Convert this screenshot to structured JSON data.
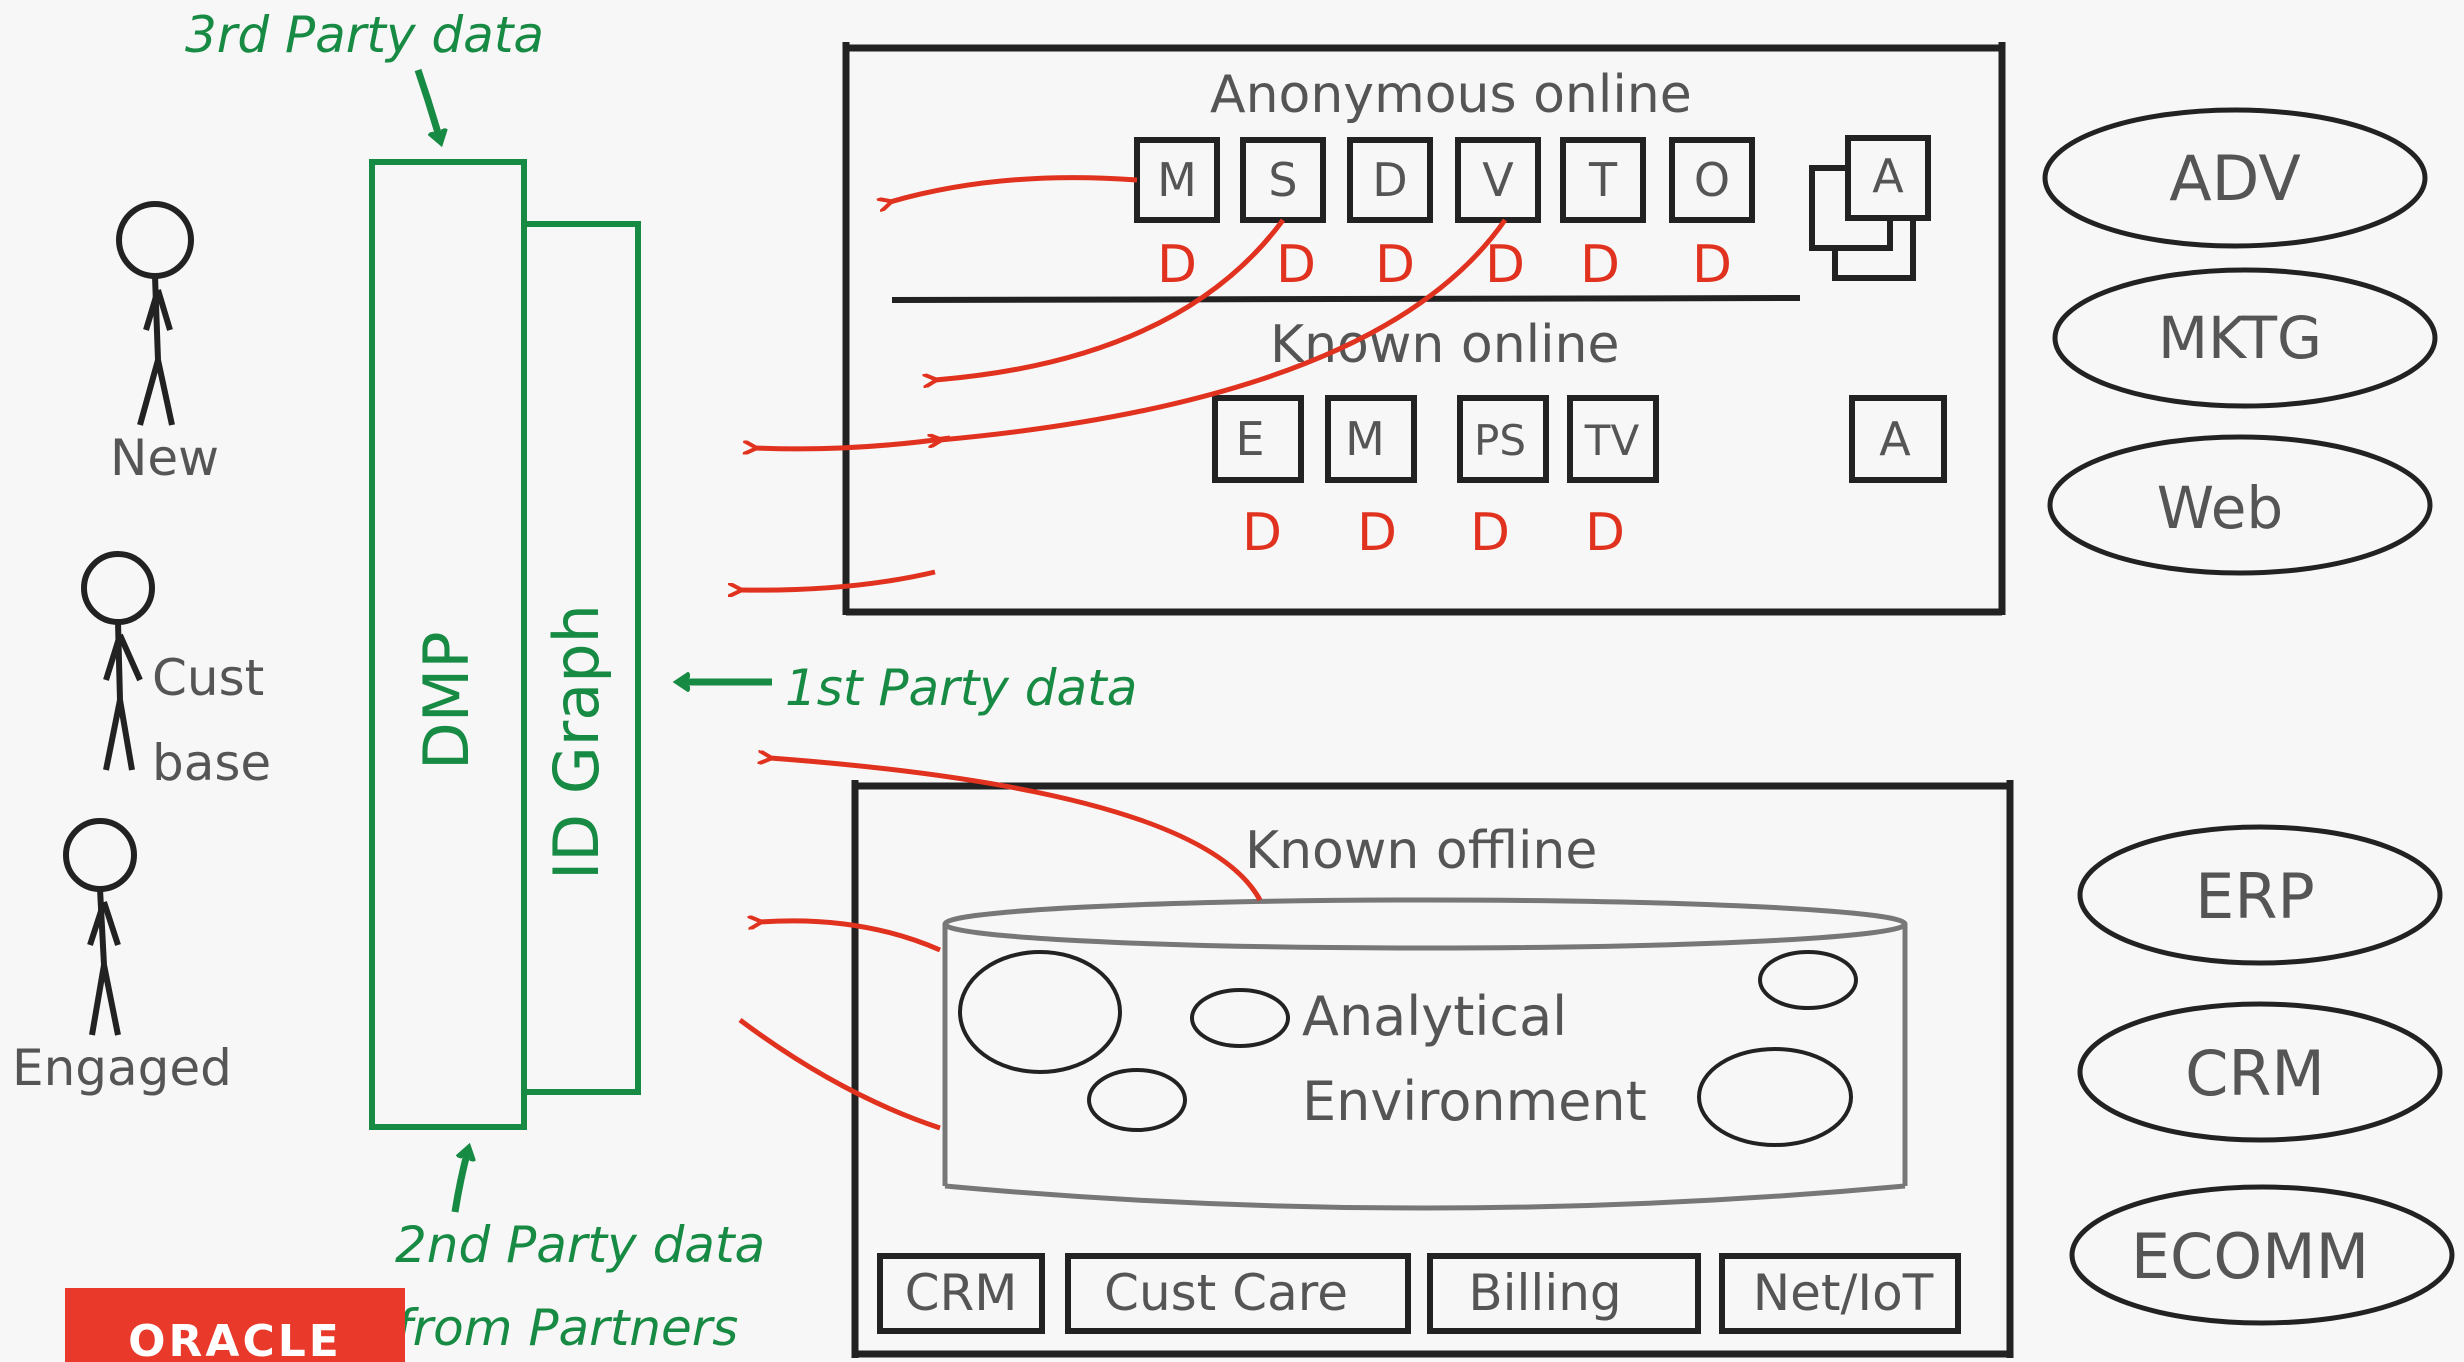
{
  "colors": {
    "green": "#178a43",
    "red": "#e0321e",
    "ink": "#222222",
    "gray_text": "#555555",
    "oracle_red": "#e8392b",
    "background": "#f7f7f7"
  },
  "labels": {
    "third_party": "3rd Party data",
    "second_party": "2nd Party data",
    "from_partners": "from Partners",
    "first_party": "1st Party data",
    "dmp": "DMP",
    "id_graph": "ID Graph"
  },
  "people": [
    {
      "label": "New"
    },
    {
      "label": "Cust"
    },
    {
      "label": "base"
    },
    {
      "label": "Engaged"
    }
  ],
  "online_panel": {
    "anonymous_title": "Anonymous online",
    "anonymous_channels": [
      "M",
      "S",
      "D",
      "V",
      "T",
      "O"
    ],
    "anonymous_stack": "A",
    "known_title": "Known online",
    "known_channels": [
      "E",
      "M",
      "PS",
      "TV"
    ],
    "known_extra": "A",
    "data_marker": "D"
  },
  "offline_panel": {
    "title": "Known offline",
    "env_line1": "Analytical",
    "env_line2": "Environment",
    "systems": [
      "CRM",
      "Cust Care",
      "Billing",
      "Net/IoT"
    ]
  },
  "right_systems": [
    "ADV",
    "MKTG",
    "Web",
    "ERP",
    "CRM",
    "ECOMM"
  ],
  "logo": {
    "text": "ORACLE",
    "icon": "oracle-logo"
  }
}
